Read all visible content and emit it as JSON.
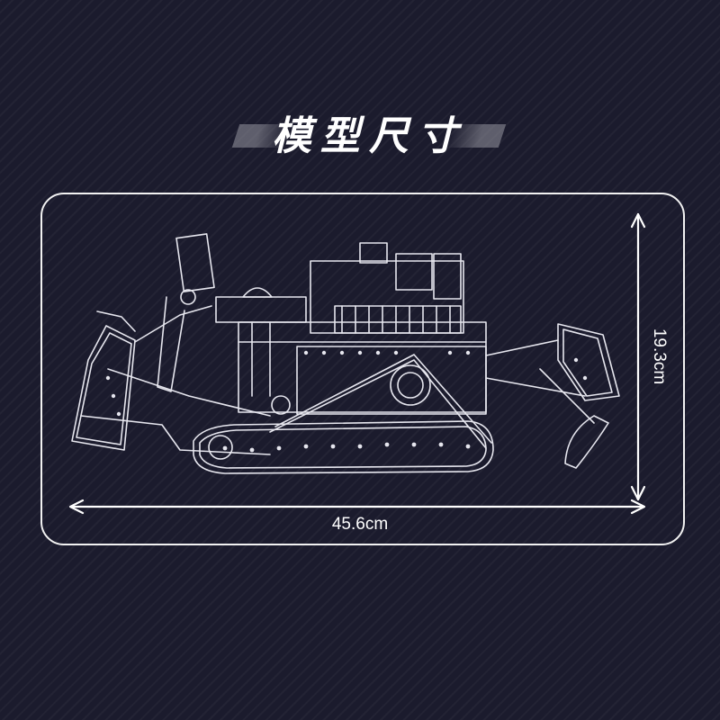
{
  "header": {
    "title": "模型尺寸"
  },
  "dimensions": {
    "width_label": "45.6cm",
    "height_label": "19.3cm"
  },
  "illustration": {
    "subject": "bulldozer-line-drawing",
    "line_color": "#e8e8ee"
  },
  "colors": {
    "background": "#1b1b2d",
    "accent": "#ffffff"
  }
}
